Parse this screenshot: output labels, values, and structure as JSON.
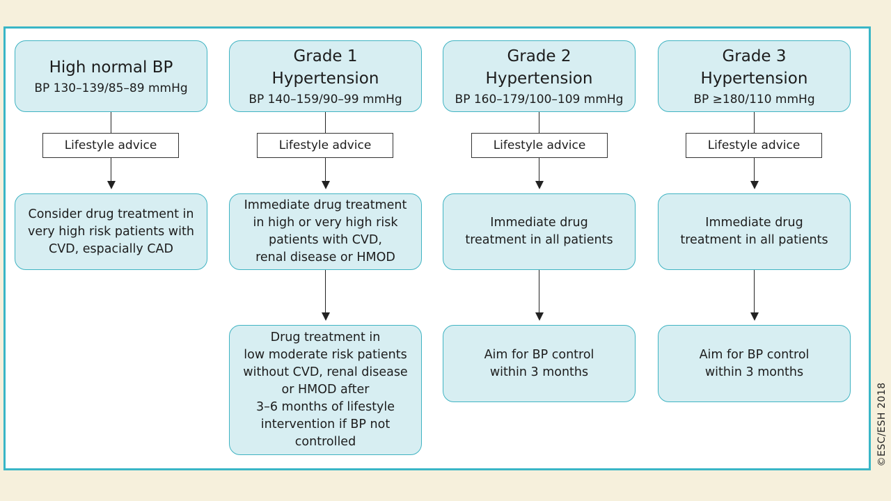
{
  "columns": [
    {
      "header_title": "High normal BP",
      "header_sub": "BP 130–139/85–89 mmHg",
      "advice": "Lifestyle advice",
      "boxes": [
        "Consider drug treatment in\nvery high risk patients with\nCVD, espacially CAD"
      ]
    },
    {
      "header_title": "Grade 1\nHypertension",
      "header_sub": "BP 140–159/90–99 mmHg",
      "advice": "Lifestyle advice",
      "boxes": [
        "Immediate drug treatment\nin high or very high risk\npatients with CVD,\nrenal disease or HMOD",
        "Drug treatment in\nlow moderate risk patients\nwithout CVD, renal disease\nor HMOD after\n3–6 months of lifestyle\nintervention if BP not\ncontrolled"
      ]
    },
    {
      "header_title": "Grade 2\nHypertension",
      "header_sub": "BP 160–179/100–109 mmHg",
      "advice": "Lifestyle advice",
      "boxes": [
        "Immediate drug\ntreatment in all patients",
        "Aim for BP control\nwithin 3 months"
      ]
    },
    {
      "header_title": "Grade 3\nHypertension",
      "header_sub": "BP ≥180/110 mmHg",
      "advice": "Lifestyle advice",
      "boxes": [
        "Immediate drug\ntreatment in all patients",
        "Aim for BP control\nwithin 3 months"
      ]
    }
  ],
  "copyright": "©ESC/ESH 2018",
  "colors": {
    "box_fill": "#d7eef2",
    "box_border": "#3fb3c2",
    "frame_border": "#39b6c6",
    "background": "#f6f0dc"
  }
}
